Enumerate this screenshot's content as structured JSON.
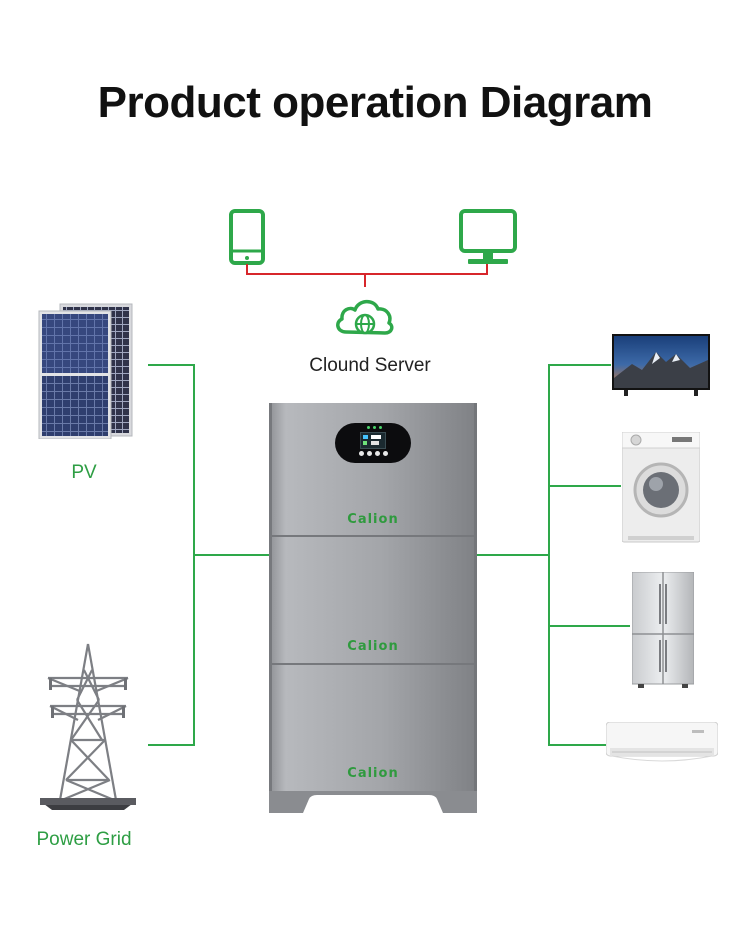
{
  "title": "Product operation Diagram",
  "nodes": {
    "pv": "PV",
    "power_grid": "Power Grid",
    "cloud_server": "Clound Server"
  },
  "battery": {
    "brand_top": "Calion",
    "brand_middle": "Calion",
    "brand_bottom": "Calion"
  },
  "icons": [
    "phone-icon",
    "monitor-icon",
    "cloud-globe-icon"
  ],
  "appliances": [
    "television",
    "washing-machine",
    "refrigerator",
    "air-conditioner"
  ],
  "colors": {
    "accent_green": "#2ea84a",
    "link_red": "#d7262b",
    "battery_gray": "#9a9ca0"
  }
}
